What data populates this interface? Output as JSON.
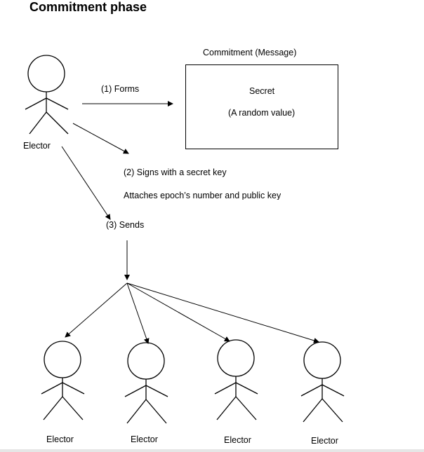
{
  "title": "Commitment phase",
  "commitment_label": "Commitment (Message)",
  "box": {
    "secret": "Secret",
    "random": "(A random value)"
  },
  "steps": {
    "forms": "(1)  Forms",
    "signs": "(2) Signs with a secret key",
    "attaches": "Attaches epoch’s number and public key",
    "sends": "(3) Sends"
  },
  "electors": {
    "main": "Elector",
    "recipients": [
      "Elector",
      "Elector",
      "Elector",
      "Elector"
    ]
  },
  "colors": {
    "ink": "#000000",
    "background": "#ffffff"
  }
}
